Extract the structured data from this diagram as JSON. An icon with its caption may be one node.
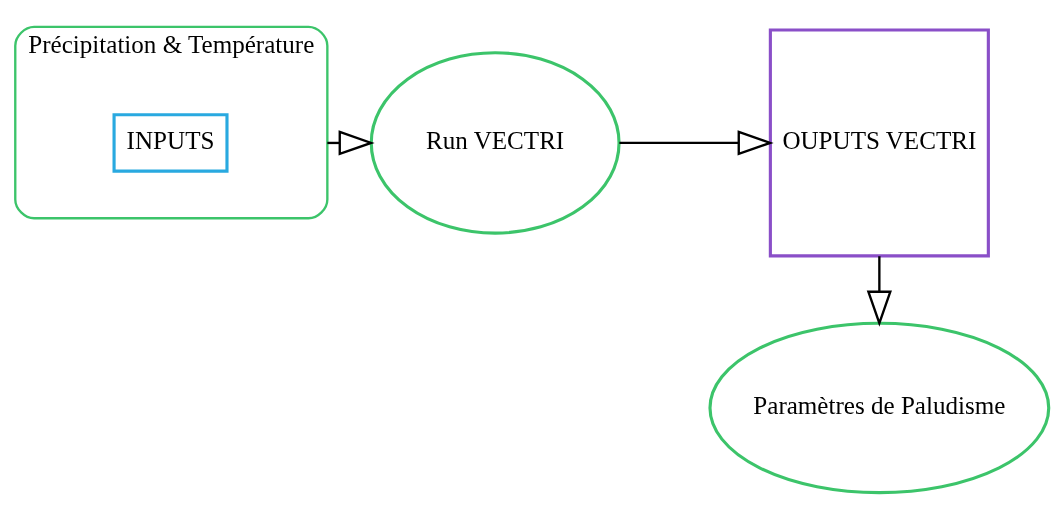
{
  "diagram": {
    "nodes": [
      {
        "text": [
          "Précipitation & Température"
        ]
      },
      {
        "text": [
          "INPUTS"
        ],
        "in": 0
      },
      {
        "text": [
          "Run VECTRI"
        ]
      },
      {
        "text": [
          "OUPUTS VECTRI"
        ]
      },
      {
        "text": [
          "Paramètres de Paludisme"
        ]
      }
    ],
    "edges": [
      {
        "from": 0,
        "to": 2,
        "arrow": "to"
      },
      {
        "from": 2,
        "to": 3,
        "arrow": "to"
      },
      {
        "from": 3,
        "to": 4,
        "arrow": "to"
      }
    ]
  }
}
